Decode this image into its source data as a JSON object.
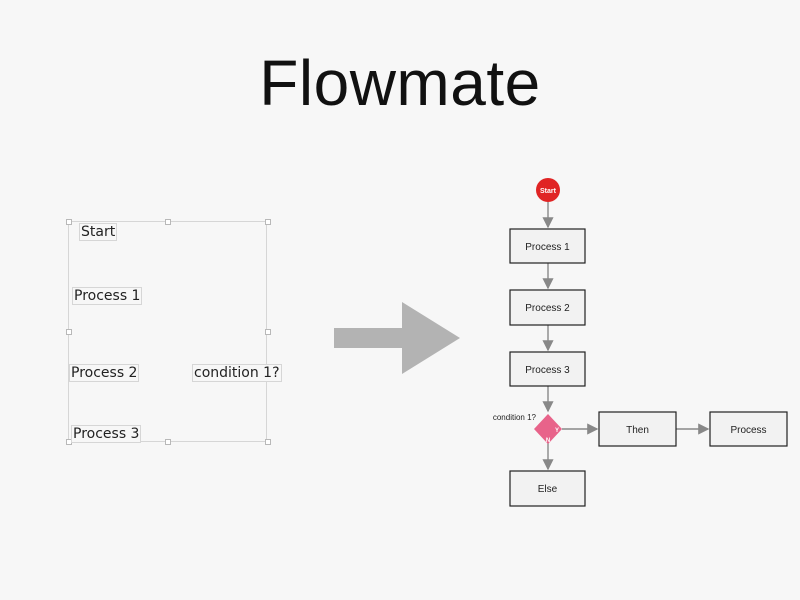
{
  "title": "Flowmate",
  "editor": {
    "items": {
      "start": "Start",
      "process1": "Process 1",
      "process2": "Process 2",
      "condition": "condition 1?",
      "process3": "Process 3"
    }
  },
  "flowchart": {
    "start": "Start",
    "process1": "Process 1",
    "process2": "Process 2",
    "process3": "Process 3",
    "condition_label": "condition 1?",
    "yes": "Y",
    "no": "N",
    "then": "Then",
    "process": "Process",
    "else": "Else"
  },
  "colors": {
    "start_node": "#e02424",
    "decision_node": "#e8638a",
    "arrow": "#b3b3b3",
    "connector": "#888888",
    "box_fill": "#f2f2f2",
    "box_border": "#222222"
  }
}
